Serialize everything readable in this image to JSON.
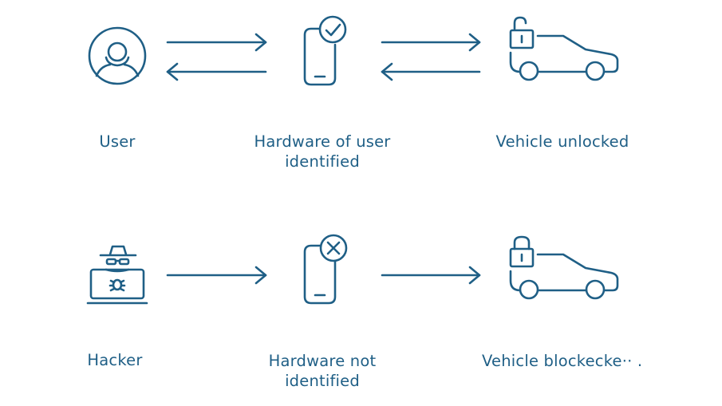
{
  "colors": {
    "stroke": "#1f5f86",
    "text": "#1f5f86",
    "background": "#ffffff"
  },
  "rows": [
    {
      "nodes": [
        {
          "icon": "user-icon",
          "label_lines": [
            "User"
          ]
        },
        {
          "icon": "phone-check-icon",
          "label_lines": [
            "Hardware of user",
            "identified"
          ]
        },
        {
          "icon": "car-unlocked-icon",
          "label_lines": [
            "Vehicle unlocked"
          ]
        }
      ],
      "arrows": [
        "bidirectional",
        "bidirectional"
      ]
    },
    {
      "nodes": [
        {
          "icon": "hacker-laptop-icon",
          "label_lines": [
            "Hacker"
          ]
        },
        {
          "icon": "phone-x-icon",
          "label_lines": [
            "Hardware not",
            "identified"
          ]
        },
        {
          "icon": "car-locked-icon",
          "label_lines": [
            "Vehicle blockecke·· ."
          ]
        }
      ],
      "arrows": [
        "forward",
        "forward"
      ]
    }
  ]
}
